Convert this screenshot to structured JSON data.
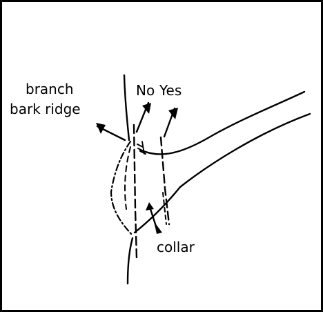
{
  "labels": {
    "branch": "branch",
    "bark_ridge": "bark ridge",
    "no": "No",
    "yes": "Yes",
    "collar": "collar"
  },
  "colors": {
    "ink": "#000000",
    "paper": "#ffffff"
  }
}
